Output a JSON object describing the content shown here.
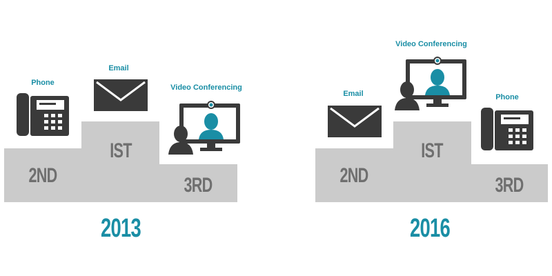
{
  "left": {
    "year": "2013",
    "steps": {
      "first": "IST",
      "second": "2ND",
      "third": "3RD"
    },
    "labels": {
      "second": "Phone",
      "first": "Email",
      "third": "Video Conferencing"
    }
  },
  "right": {
    "year": "2016",
    "steps": {
      "first": "IST",
      "second": "2ND",
      "third": "3RD"
    },
    "labels": {
      "second": "Email",
      "first": "Video Conferencing",
      "third": "Phone"
    }
  },
  "colors": {
    "accent": "#1a8ea5",
    "dark": "#3a3a3a",
    "podium": "#cbcbcb",
    "rank_text": "#6f6f6f"
  },
  "icons": {
    "phone": "desk-phone-icon",
    "email": "envelope-icon",
    "video": "video-conference-icon"
  }
}
